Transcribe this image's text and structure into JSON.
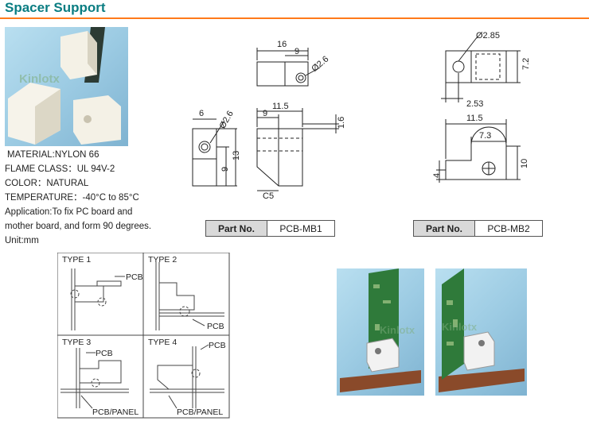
{
  "header": {
    "title": "Spacer Support"
  },
  "watermark": "Kinlotx",
  "specs": [
    "MATERIAL:NYLON 66",
    "FLAME CLASS：UL 94V-2",
    "COLOR：NATURAL",
    "TEMPERATURE：-40°C to 85°C",
    "Application:To fix PC board and",
    "mother board, and form 90 degrees.",
    "Unit:mm"
  ],
  "drawing_mb1": {
    "dim_16": "16",
    "dim_9_top": "9",
    "dim_26_top": "Ø2.6",
    "dim_6": "6",
    "dim_26_side": "Ø2.6",
    "dim_9_side": "9",
    "dim_13": "13",
    "dim_115": "11.5",
    "dim_9_front": "9",
    "dim_16b": "1.6",
    "dim_c5": "C5"
  },
  "drawing_mb2": {
    "dim_285": "Ø2.85",
    "dim_72": "7.2",
    "dim_253": "2.53",
    "dim_115": "11.5",
    "dim_73": "7.3",
    "dim_10": "10",
    "dim_4": "4"
  },
  "part_tables": [
    {
      "header": "Part No.",
      "value": "PCB-MB1"
    },
    {
      "header": "Part No.",
      "value": "PCB-MB2"
    }
  ],
  "types": {
    "t1": {
      "title": "TYPE 1",
      "label": "PCB"
    },
    "t2": {
      "title": "TYPE 2",
      "label": "PCB"
    },
    "t3": {
      "title": "TYPE 3",
      "label": "PCB",
      "label2": "PCB/PANEL"
    },
    "t4": {
      "title": "TYPE 4",
      "label": "PCB",
      "label2": "PCB/PANEL"
    }
  },
  "colors": {
    "brand": "#0a7d82",
    "rule": "#ff7a1a",
    "pcb_green": "#2f7a3a",
    "base_brown": "#8a4a2a"
  }
}
